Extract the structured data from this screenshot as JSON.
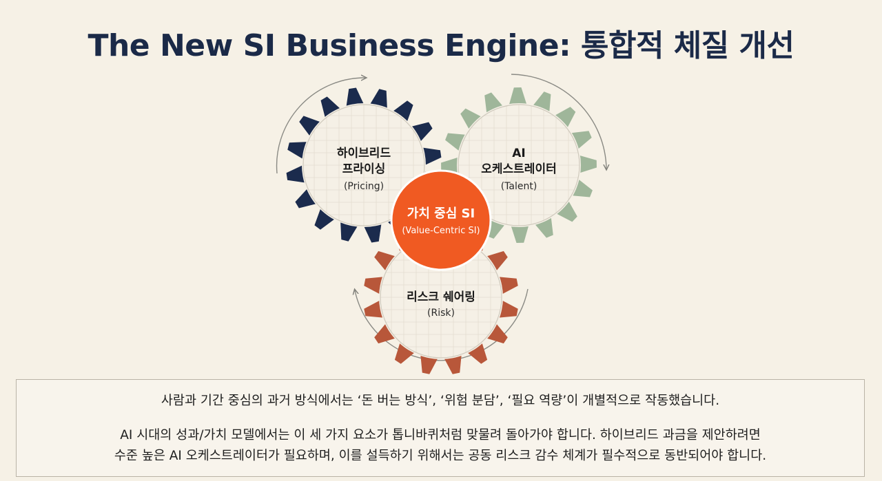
{
  "title": "The New SI Business Engine: 통합적 체질 개선",
  "colors": {
    "background": "#f6f1e6",
    "title": "#1b2a48",
    "pricing_gear": "#1b2b4d",
    "talent_gear": "#9fb69a",
    "risk_gear": "#b8573a",
    "center_circle": "#f05a22"
  },
  "gears": {
    "pricing": {
      "line1": "하이브리드",
      "line2": "프라이싱",
      "sub": "(Pricing)"
    },
    "talent": {
      "line1": "AI",
      "line2": "오케스트레이터",
      "sub": "(Talent)"
    },
    "risk": {
      "line1": "리스크 쉐어링",
      "sub": "(Risk)"
    }
  },
  "center": {
    "label": "가치 중심 SI",
    "sub": "(Value-Centric SI)"
  },
  "caption": {
    "line1": "사람과 기간 중심의 과거 방식에서는 ‘돈 버는 방식’, ‘위험 분담’, ‘필요 역량’이 개별적으로 작동했습니다.",
    "line2": "AI 시대의 성과/가치 모델에서는 이 세 가지 요소가 톱니바퀴처럼 맞물려 돌아가야 합니다. 하이브리드 과금을 제안하려면",
    "line3": "수준 높은 AI 오케스트레이터가 필요하며, 이를 설득하기 위해서는 공동 리스크 감수 체계가 필수적으로 동반되어야 합니다."
  }
}
